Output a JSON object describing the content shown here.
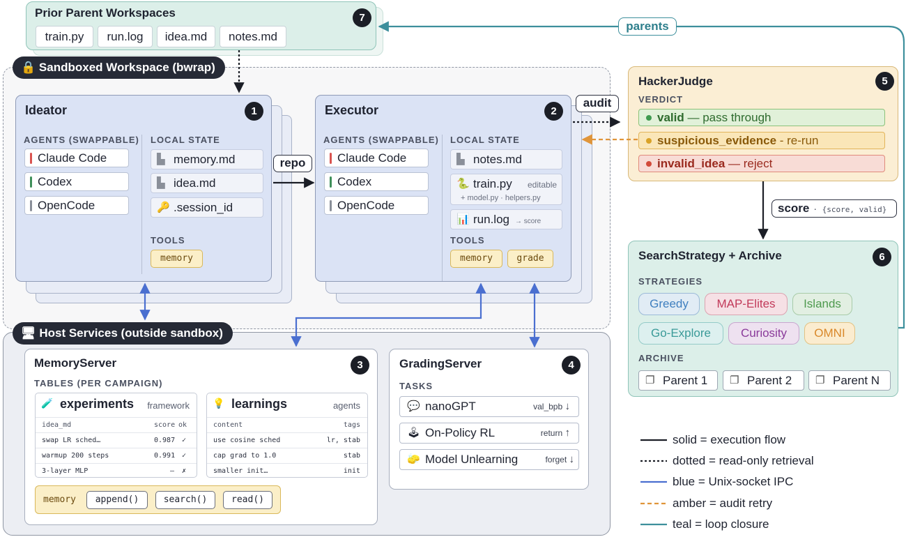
{
  "prior": {
    "title": "Prior Parent Workspaces",
    "badge": "7",
    "files": [
      "train.py",
      "run.log",
      "idea.md",
      "notes.md"
    ]
  },
  "sandbox": {
    "label": "Sandboxed Workspace (bwrap)"
  },
  "host": {
    "label": "Host Services  (outside sandbox)"
  },
  "ideator": {
    "title": "Ideator",
    "badge": "1",
    "agents_label": "AGENTS (SWAPPABLE)",
    "agents": [
      {
        "name": "Claude Code",
        "color": "#d9534f"
      },
      {
        "name": "Codex",
        "color": "#3f8f5a"
      },
      {
        "name": "OpenCode",
        "color": "#8a8f99"
      }
    ],
    "state_label": "LOCAL STATE",
    "state": [
      {
        "name": "memory.md",
        "icon": "file-icon"
      },
      {
        "name": "idea.md",
        "icon": "file-icon"
      },
      {
        "name": ".session_id",
        "icon": "key-icon"
      }
    ],
    "tools_label": "TOOLS",
    "tools": [
      "memory"
    ]
  },
  "executor": {
    "title": "Executor",
    "badge": "2",
    "agents_label": "AGENTS (SWAPPABLE)",
    "agents": [
      {
        "name": "Claude Code",
        "color": "#d9534f"
      },
      {
        "name": "Codex",
        "color": "#3f8f5a"
      },
      {
        "name": "OpenCode",
        "color": "#8a8f99"
      }
    ],
    "state_label": "LOCAL STATE",
    "notes": "notes.md",
    "train": "train.py",
    "train_tag": "editable",
    "train_sub": "+ model.py · helpers.py",
    "runlog": "run.log",
    "runlog_tag": "→ score",
    "tools_label": "TOOLS",
    "tools": [
      "memory",
      "grade"
    ]
  },
  "edges": {
    "repo": "repo",
    "audit": "audit",
    "parents": "parents",
    "score": "score",
    "score_sub": "· {score, valid}"
  },
  "judge": {
    "title": "HackerJudge",
    "badge": "5",
    "verdict_label": "VERDICT",
    "verdicts": [
      {
        "name": "valid",
        "desc": " — pass through"
      },
      {
        "name": "suspicious_evidence",
        "desc": " - re-run"
      },
      {
        "name": "invalid_idea",
        "desc": " — reject"
      }
    ]
  },
  "search": {
    "title": "SearchStrategy  +  Archive",
    "badge": "6",
    "strategies_label": "STRATEGIES",
    "strategies": [
      "Greedy",
      "MAP-Elites",
      "Islands",
      "Go-Explore",
      "Curiosity",
      "OMNI"
    ],
    "archive_label": "ARCHIVE",
    "parents": [
      "Parent 1",
      "Parent 2",
      "Parent N"
    ]
  },
  "memory_server": {
    "title": "MemoryServer",
    "badge": "3",
    "tables_label": "TABLES  (PER CAMPAIGN)",
    "experiments": {
      "title": "experiments",
      "tag": "framework",
      "columns": [
        "idea_md",
        "score",
        "ok"
      ],
      "rows": [
        [
          "swap LR sched…",
          "0.987",
          "✓"
        ],
        [
          "warmup 200 steps",
          "0.991",
          "✓"
        ],
        [
          "3-layer MLP",
          "–",
          "✗"
        ]
      ]
    },
    "learnings": {
      "title": "learnings",
      "tag": "agents",
      "columns": [
        "content",
        "tags"
      ],
      "rows": [
        [
          "use cosine sched",
          "lr, stab"
        ],
        [
          "cap grad to 1.0",
          "stab"
        ],
        [
          "smaller init…",
          "init"
        ]
      ]
    },
    "api_label": "memory",
    "api": [
      "append()",
      "search()",
      "read()"
    ]
  },
  "grading_server": {
    "title": "GradingServer",
    "badge": "4",
    "tasks_label": "TASKS",
    "tasks": [
      {
        "name": "nanoGPT",
        "metric": "val_bpb",
        "dir": "↓"
      },
      {
        "name": "On-Policy RL",
        "metric": "return",
        "dir": "↑"
      },
      {
        "name": "Model Unlearning",
        "metric": "forget",
        "dir": "↓"
      }
    ]
  },
  "legend": [
    {
      "text": "solid = execution flow",
      "color": "#1b1e26"
    },
    {
      "text": "dotted = read-only retrieval",
      "color": "#1b1e26"
    },
    {
      "text": "blue = Unix-socket IPC",
      "color": "#4a6fd0"
    },
    {
      "text": "amber = audit retry",
      "color": "#e0953a"
    },
    {
      "text": "teal = loop closure",
      "color": "#3d8f9c"
    }
  ]
}
